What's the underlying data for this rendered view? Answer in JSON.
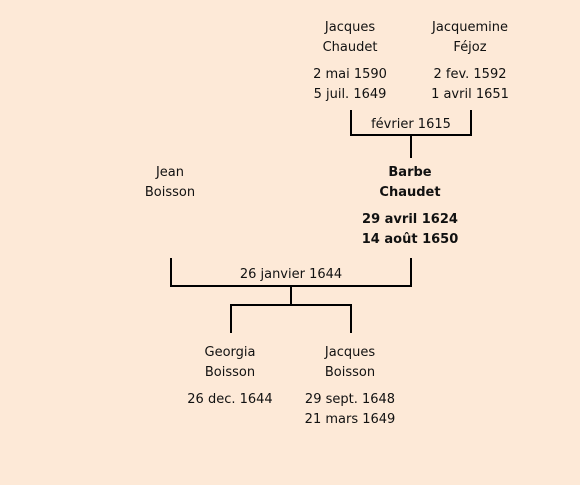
{
  "persons": {
    "jacques_chaudet": {
      "first": "Jacques",
      "last": "Chaudet",
      "birth": "2 mai 1590",
      "death": "5 juil. 1649"
    },
    "jacquemine_fejoz": {
      "first": "Jacquemine",
      "last": "Féjoz",
      "birth": "2 fev. 1592",
      "death": "1 avril 1651"
    },
    "jean_boisson": {
      "first": "Jean",
      "last": "Boisson"
    },
    "barbe_chaudet": {
      "first": "Barbe",
      "last": "Chaudet",
      "birth": "29 avril 1624",
      "death": "14 août 1650"
    },
    "georgia_boisson": {
      "first": "Georgia",
      "last": "Boisson",
      "birth": "26 dec. 1644"
    },
    "jacques_boisson": {
      "first": "Jacques",
      "last": "Boisson",
      "birth": "29 sept. 1648",
      "death": "21 mars 1649"
    }
  },
  "marriages": {
    "chaudet_fejoz": "février 1615",
    "boisson_chaudet": "26 janvier 1644"
  }
}
